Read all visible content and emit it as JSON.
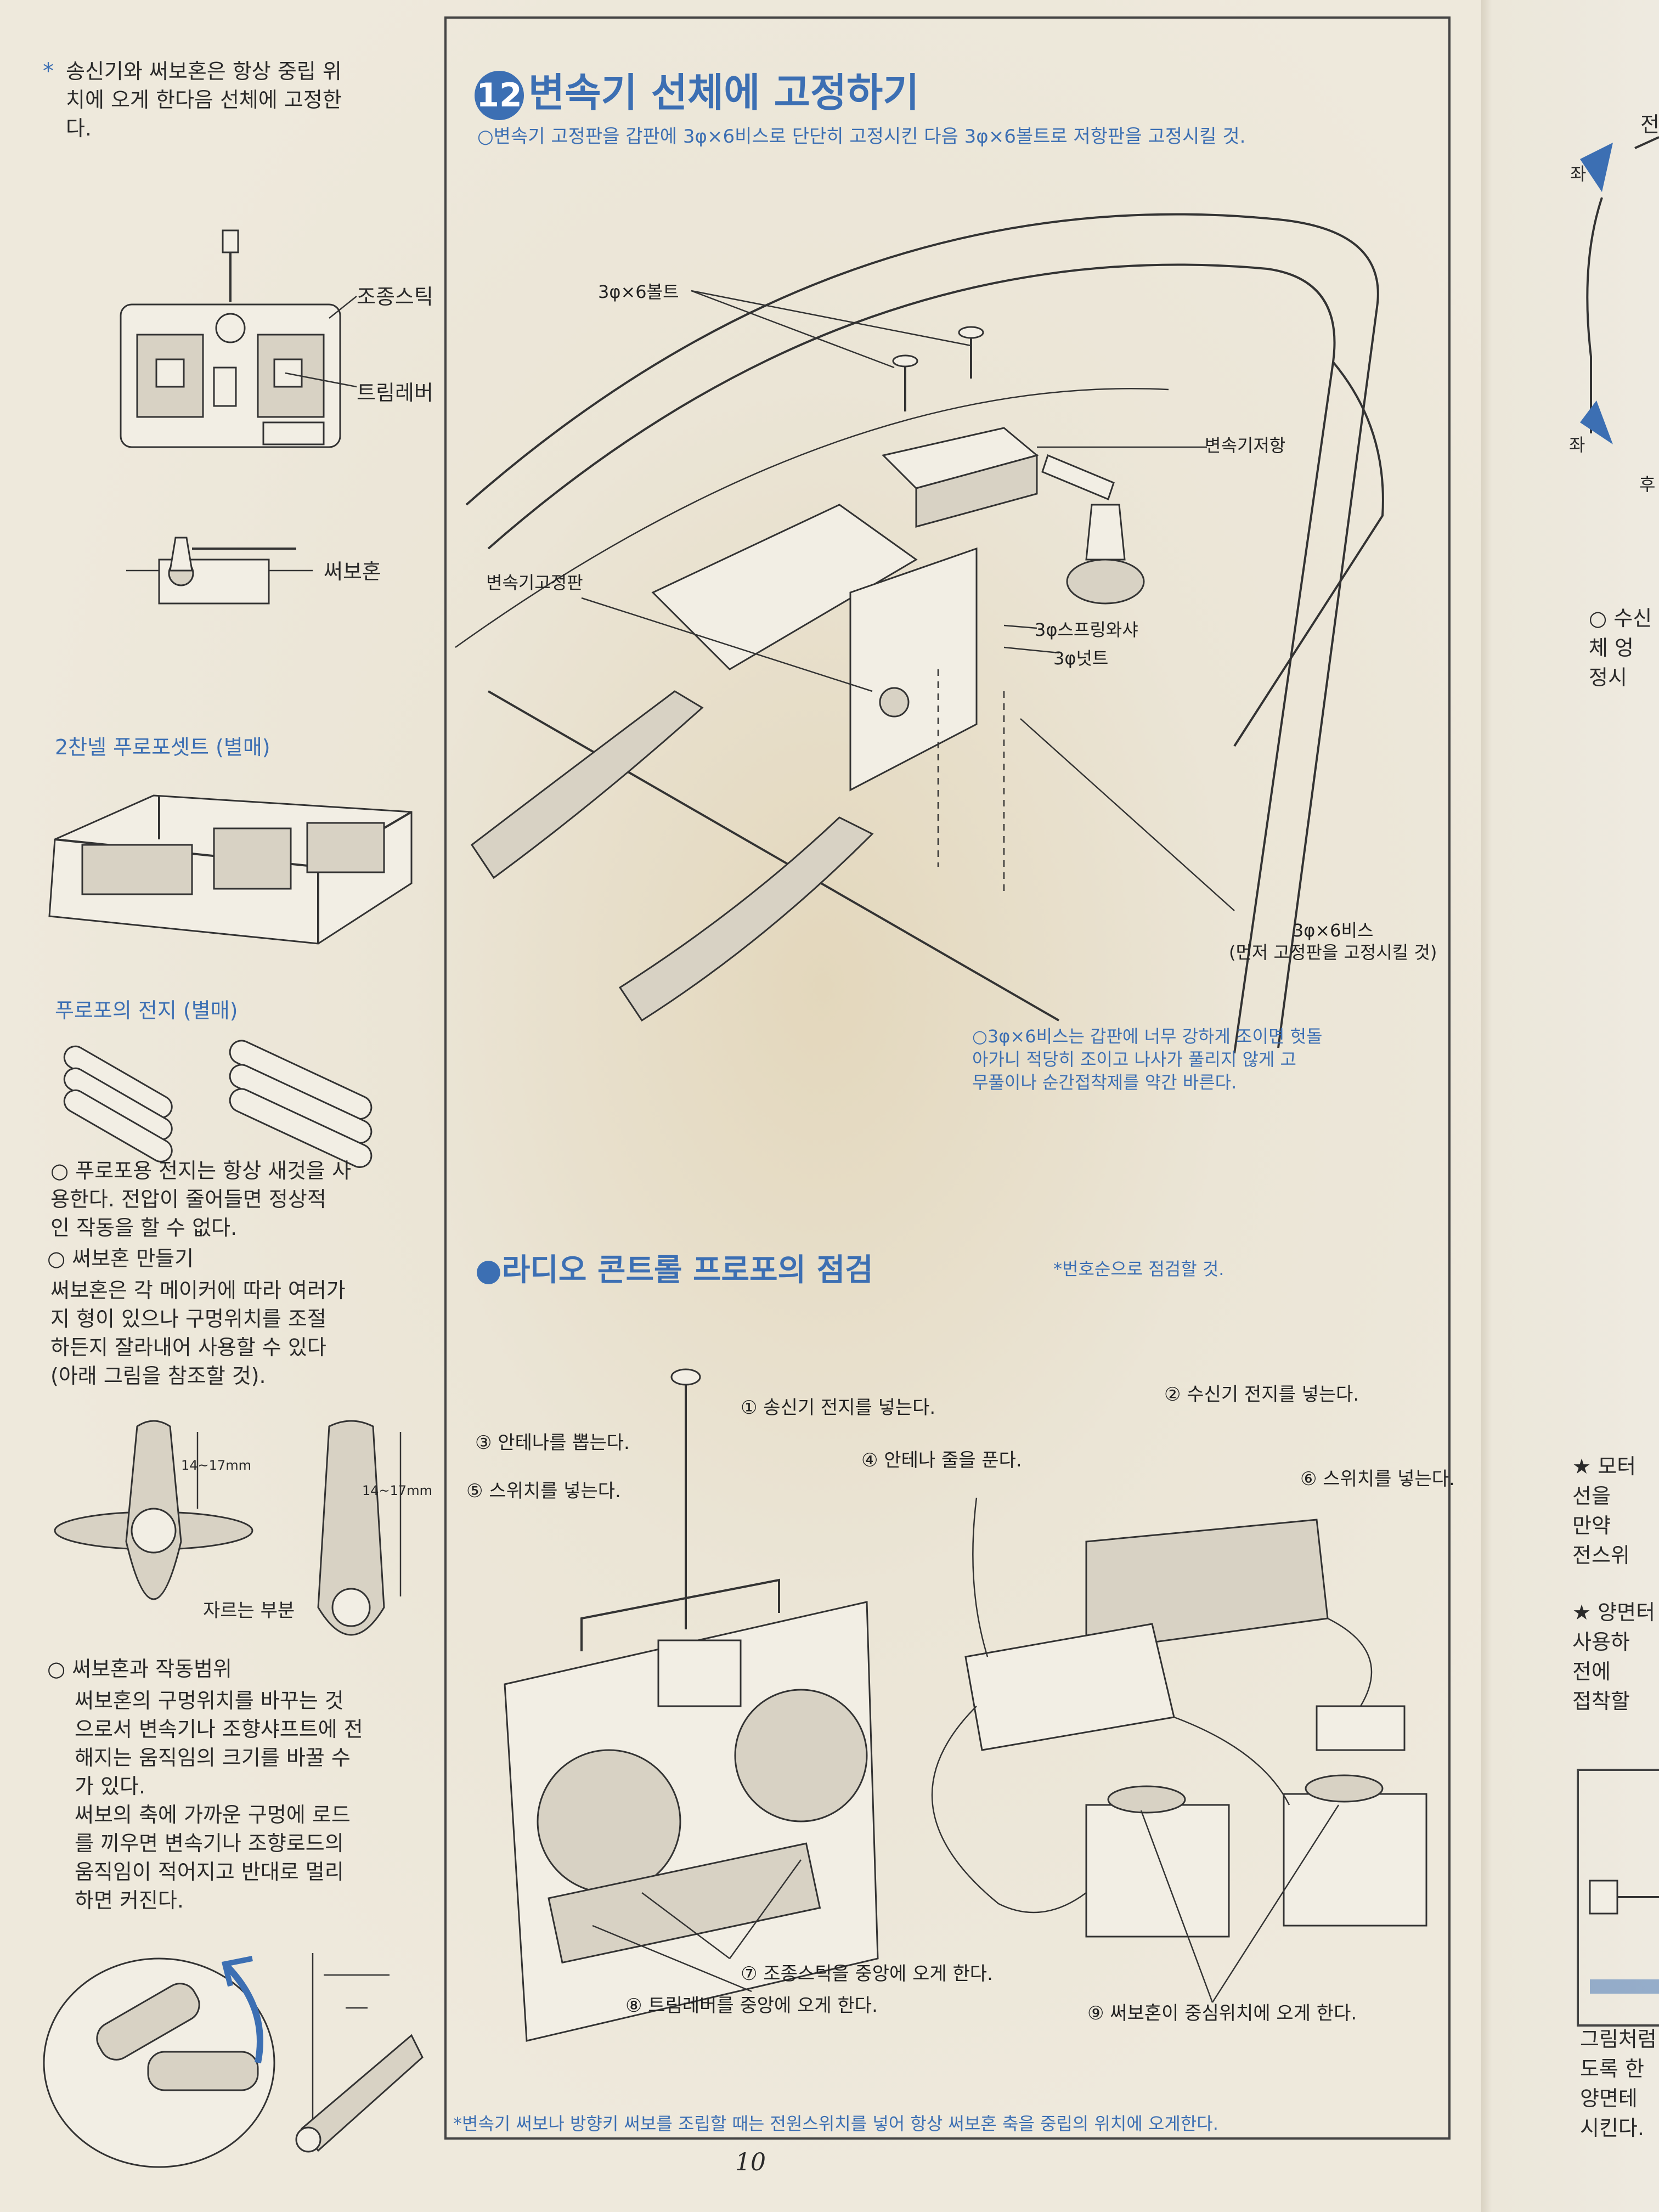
{
  "left": {
    "note1": "송신기와 써보혼은 항상 중립 위\n치에 오게 한다음 선체에 고정한\n다.",
    "note1_mark": "*",
    "lbl_stick": "조종스틱",
    "lbl_trim": "트림레버",
    "lbl_servo": "써보혼",
    "propo_title": "2찬넬 푸로포셋트 (별매)",
    "battery_title": "푸로포의 전지 (별매)",
    "note_battery": "푸로포용 전지는 항상 새것을 사\n용한다. 전압이 줄어들면 정상적\n인 작동을 할 수 없다.",
    "horn_make_title": "써보혼 만들기",
    "horn_make_text": "써보혼은 각 메이커에 따라 여러가\n지 형이 있으나 구멍위치를 조절\n하든지 잘라내어 사용할 수 있다\n(아래 그림을 참조할 것).",
    "dim1": "14~17mm",
    "dim2": "14~17mm",
    "cut_part": "자르는 부분",
    "horn_range_title": "써보혼과 작동범위",
    "horn_range_text": "써보혼의 구멍위치를 바꾸는 것\n으로서 변속기나 조향샤프트에 전\n해지는 움직임의 크기를 바꿀 수\n가 있다.\n써보의 축에 가까운 구멍에 로드\n를 끼우면 변속기나 조향로드의\n움직임이 적어지고 반대로 멀리\n하면 커진다."
  },
  "step12": {
    "number": "12",
    "title": "변속기 선체에 고정하기",
    "instruction": "변속기 고정판을 갑판에 3φ×6비스로 단단히 고정시킨 다음 3φ×6볼트로 저항판을 고정시킬 것.",
    "lbl_bolt": "3φ×6볼트",
    "lbl_resistor": "변속기저항",
    "lbl_plate": "변속기고정판",
    "lbl_spring_washer": "3φ스프링와샤",
    "lbl_nut": "3φ넛트",
    "lbl_screw": "3φ×6비스\n(먼저 고정판을 고정시킬 것)",
    "caution": "3φ×6비스는 갑판에 너무 강하게 조이면 헛돌\n아가니 적당히 조이고 나사가 풀리지 않게 고\n무풀이나 순간접착제를 약간 바른다."
  },
  "check": {
    "title": "라디오 콘트롤 프로포의 점검",
    "note": "*번호순으로 점검할 것.",
    "s1": "① 송신기 전지를 넣는다.",
    "s2": "② 수신기 전지를 넣는다.",
    "s3": "③ 안테나를 뽑는다.",
    "s4": "④ 안테나 줄을 푼다.",
    "s5": "⑤ 스위치를 넣는다.",
    "s6": "⑥ 스위치를 넣는다.",
    "s7": "⑦ 조종스틱을 중앙에 오게 한다.",
    "s8": "⑧ 트림레버를 중앙에 오게 한다.",
    "s9": "⑨ 써보혼이 중심위치에 오게 한다.",
    "footer": "*변속기 써보나 방향키 써보를 조립할 때는 전원스위치를 넣어 항상 써보혼 축을 중립의 위치에 오게한다."
  },
  "page_number": "10",
  "right": {
    "top1": "전",
    "left1": "좌",
    "left2": "좌",
    "back": "후",
    "frag1": "○ 수신\n체 엉\n정시",
    "frag2": "★ 모터\n선을\n만약\n전스위",
    "frag3": "★ 양면터\n사용하\n전에\n접착할",
    "frag4": "그림처럼\n도록 한\n양면테\n시킨다."
  },
  "colors": {
    "accent": "#3c6fb3",
    "ink": "#2a2a2a",
    "paper": "#ebe5d6"
  }
}
